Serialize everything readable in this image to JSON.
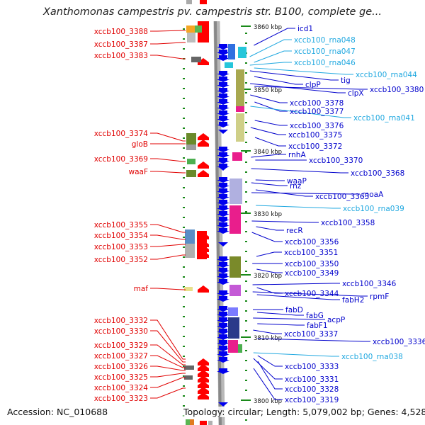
{
  "title": "Xanthomonas campestris pv. campestris str. B100, complete ge...",
  "footer": {
    "accession": "Accession: NC_010688",
    "topology": "Topology: circular; Length: 5,079,002 bp; Genes: 4,528"
  },
  "colors": {
    "left_label": "#e00000",
    "right_label": "#0000cc",
    "rna_label": "#20a8e0",
    "forward_gene": "#ff0000",
    "reverse_gene": "#0000ee",
    "backbone": "#888888",
    "tick": "#1a8a1a"
  },
  "kbp_ticks": [
    {
      "label": "3860 kbp",
      "kbp": 3860
    },
    {
      "label": "3850 kbp",
      "kbp": 3850
    },
    {
      "label": "3840 kbp",
      "kbp": 3840
    },
    {
      "label": "3830 kbp",
      "kbp": 3830
    },
    {
      "label": "3820 kbp",
      "kbp": 3820
    },
    {
      "label": "3810 kbp",
      "kbp": 3810
    },
    {
      "label": "3800 kbp",
      "kbp": 3800
    }
  ],
  "left_labels": [
    "xccb100_3388",
    "xccb100_3387",
    "xccb100_3383",
    "xccb100_3374",
    "gloB",
    "xccb100_3369",
    "waaF",
    "xccb100_3355",
    "xccb100_3354",
    "xccb100_3353",
    "xccb100_3352",
    "maf",
    "xccb100_3332",
    "xccb100_3330",
    "xccb100_3329",
    "xccb100_3327",
    "xccb100_3326",
    "xccb100_3325",
    "xccb100_3324",
    "xccb100_3323"
  ],
  "right_labels": [
    {
      "text": "icd1",
      "rna": false
    },
    {
      "text": "xccb100_rna048",
      "rna": true
    },
    {
      "text": "xccb100_rna047",
      "rna": true
    },
    {
      "text": "xccb100_rna046",
      "rna": true
    },
    {
      "text": "xccb100_rna044",
      "rna": true
    },
    {
      "text": "tig",
      "rna": false
    },
    {
      "text": "clpP",
      "rna": false
    },
    {
      "text": "clpX",
      "rna": false
    },
    {
      "text": "xccb100_3380",
      "rna": false
    },
    {
      "text": "xccb100_3378",
      "rna": false
    },
    {
      "text": "xccb100_3377",
      "rna": false
    },
    {
      "text": "xccb100_rna041",
      "rna": true
    },
    {
      "text": "xccb100_3376",
      "rna": false
    },
    {
      "text": "xccb100_3375",
      "rna": false
    },
    {
      "text": "xccb100_3372",
      "rna": false
    },
    {
      "text": "rnhA",
      "rna": false
    },
    {
      "text": "xccb100_3370",
      "rna": false
    },
    {
      "text": "xccb100_3368",
      "rna": false
    },
    {
      "text": "waaP",
      "rna": false
    },
    {
      "text": "rnz",
      "rna": false
    },
    {
      "text": "xccb100_3363",
      "rna": false
    },
    {
      "text": "moaA",
      "rna": false
    },
    {
      "text": "xccb100_rna039",
      "rna": true
    },
    {
      "text": "xccb100_3358",
      "rna": false
    },
    {
      "text": "recR",
      "rna": false
    },
    {
      "text": "xccb100_3356",
      "rna": false
    },
    {
      "text": "xccb100_3351",
      "rna": false
    },
    {
      "text": "xccb100_3350",
      "rna": false
    },
    {
      "text": "xccb100_3349",
      "rna": false
    },
    {
      "text": "xccb100_3346",
      "rna": false
    },
    {
      "text": "xccb100_3344",
      "rna": false
    },
    {
      "text": "rpmF",
      "rna": false
    },
    {
      "text": "fabH2",
      "rna": false
    },
    {
      "text": "fabD",
      "rna": false
    },
    {
      "text": "fabG",
      "rna": false
    },
    {
      "text": "acpP",
      "rna": false
    },
    {
      "text": "fabF1",
      "rna": false
    },
    {
      "text": "xccb100_3337",
      "rna": false
    },
    {
      "text": "xccb100_3336",
      "rna": false
    },
    {
      "text": "xccb100_rna038",
      "rna": true
    },
    {
      "text": "xccb100_3333",
      "rna": false
    },
    {
      "text": "xccb100_3331",
      "rna": false
    },
    {
      "text": "xccb100_3328",
      "rna": false
    },
    {
      "text": "xccb100_3319",
      "rna": false
    }
  ]
}
